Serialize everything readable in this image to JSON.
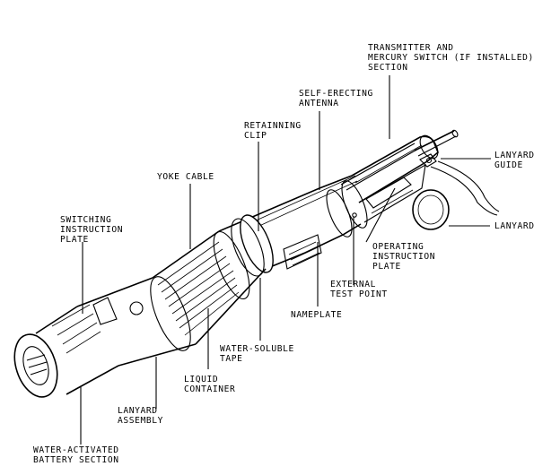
{
  "labels": {
    "transmitter": [
      "TRANSMITTER AND",
      "MERCURY SWITCH (IF INSTALLED)",
      "SECTION"
    ],
    "self_erecting_antenna": [
      "SELF-ERECTING",
      "ANTENNA"
    ],
    "retaining_clip": [
      "RETAINNING",
      "CLIP"
    ],
    "yoke_cable": [
      "YOKE CABLE"
    ],
    "lanyard_guide": [
      "LANYARD",
      "GUIDE"
    ],
    "switching_instruction_plate": [
      "SWITCHING",
      "INSTRUCTION",
      "PLATE"
    ],
    "lanyard": [
      "LANYARD"
    ],
    "operating_instruction_plate": [
      "OPERATING",
      "INSTRUCTION",
      "PLATE"
    ],
    "external_test_point": [
      "EXTERNAL",
      "TEST POINT"
    ],
    "nameplate": [
      "NAMEPLATE"
    ],
    "water_soluble_tape": [
      "WATER-SOLUBLE",
      "TAPE"
    ],
    "liquid_container": [
      "LIQUID",
      "CONTAINER"
    ],
    "lanyard_assembly": [
      "LANYARD",
      "ASSEMBLY"
    ],
    "water_activated_battery": [
      "WATER-ACTIVATED",
      "BATTERY SECTION"
    ]
  }
}
